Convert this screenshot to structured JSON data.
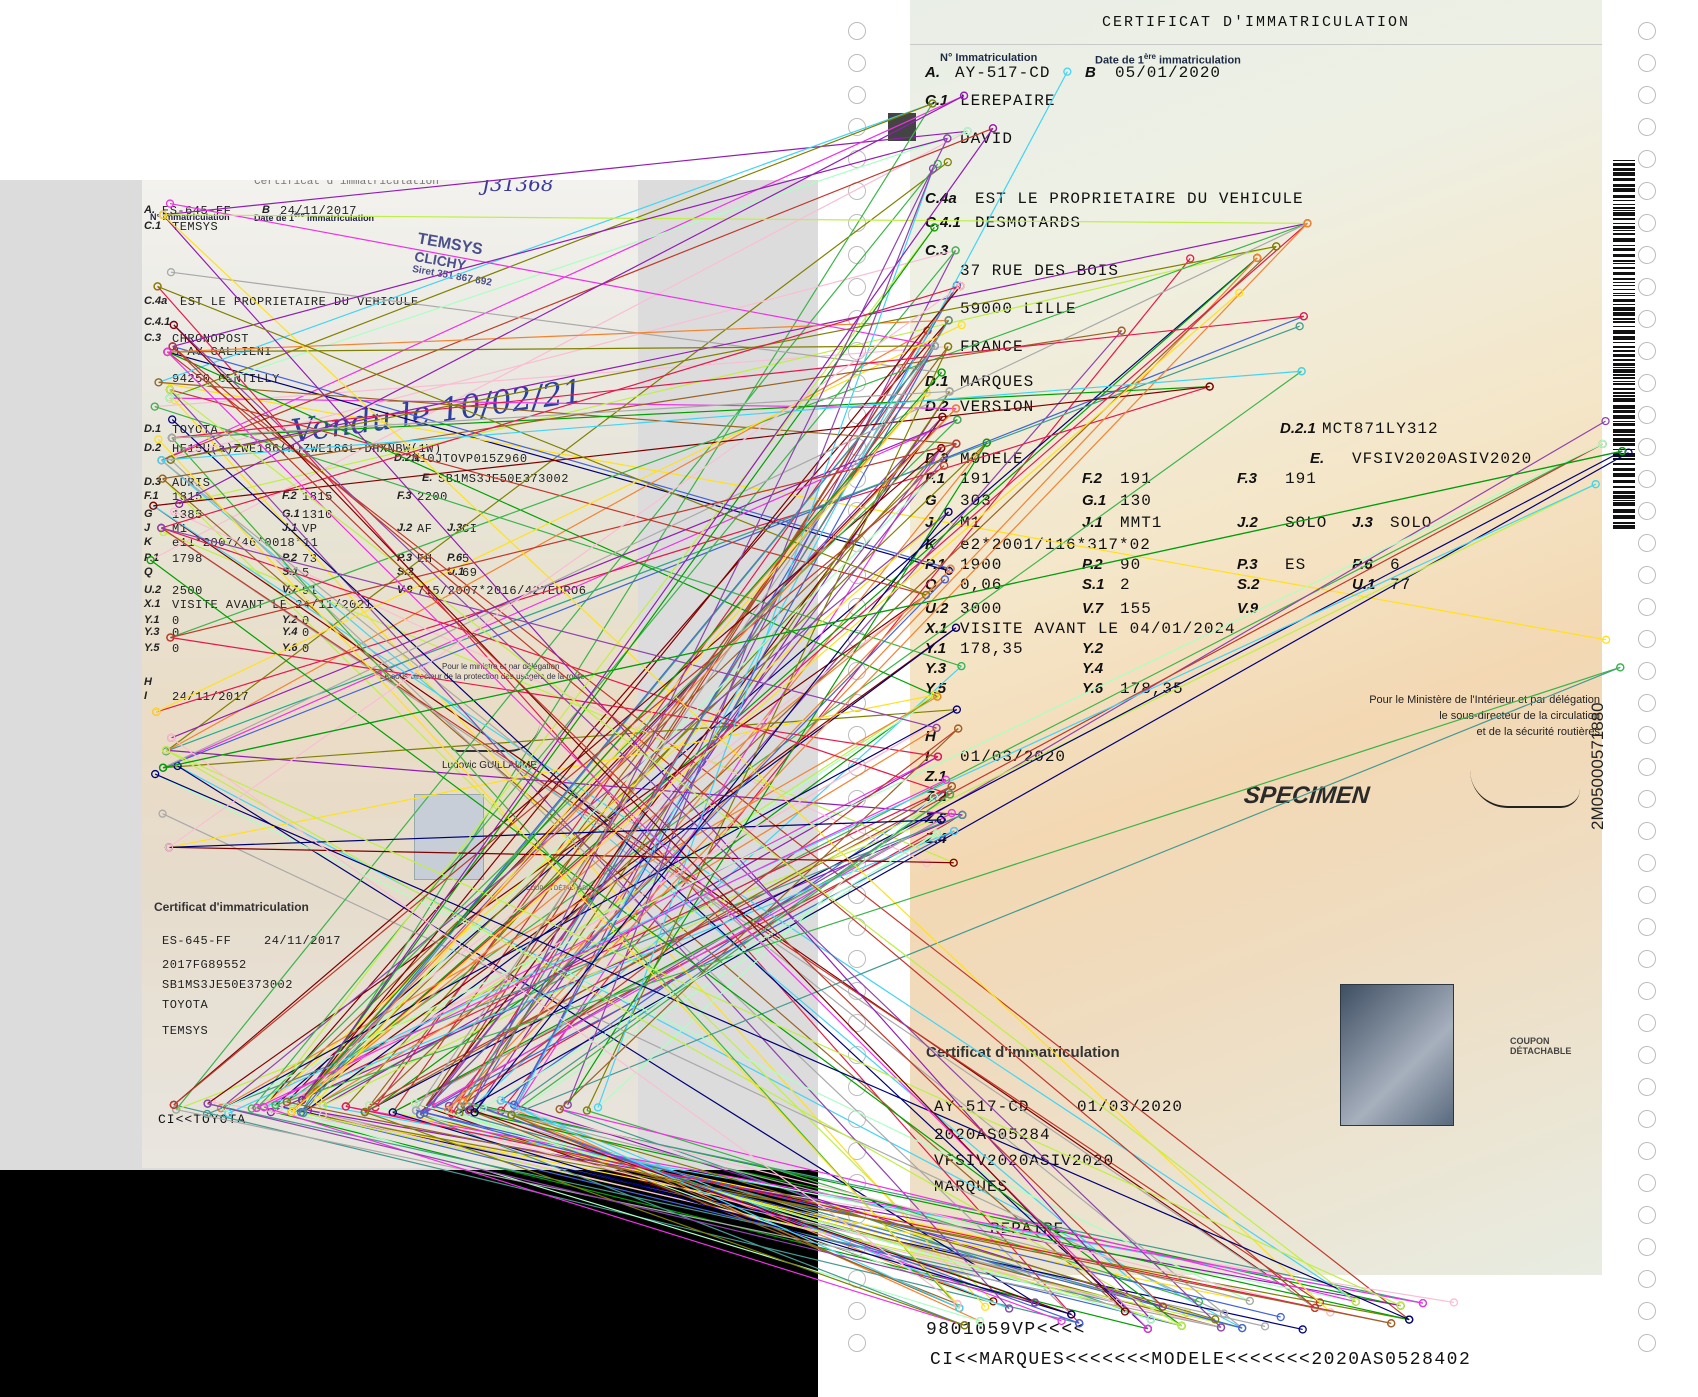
{
  "right": {
    "title": "CERTIFICAT D'IMMATRICULATION",
    "hdr_immat": "N° Immatriculation",
    "hdr_date_pre": "Date de 1",
    "hdr_date_sup": "ère",
    "hdr_date_post": " immatriculation",
    "fields": [
      {
        "l": "A.",
        "v": "AY-517-CD"
      },
      {
        "l": "B",
        "v": "05/01/2020"
      },
      {
        "l": "C.1",
        "v": "LEREPAIRE"
      },
      {
        "l": "",
        "v": "DAVID"
      },
      {
        "l": "C.4a",
        "v": "EST LE PROPRIETAIRE DU VEHICULE"
      },
      {
        "l": "C.4.1",
        "v": "DESMOTARDS"
      },
      {
        "l": "C.3",
        "v": ""
      },
      {
        "l": "",
        "v": "37 RUE DES BOIS"
      },
      {
        "l": "",
        "v": "59000 LILLE"
      },
      {
        "l": "",
        "v": "FRANCE"
      },
      {
        "l": "D.1",
        "v": "MARQUES"
      },
      {
        "l": "D.2",
        "v": "VERSION"
      },
      {
        "l": "D.2.1",
        "v": "MCT871LY312"
      },
      {
        "l": "D.3",
        "v": "MODELE"
      },
      {
        "l": "E.",
        "v": "VFSIV2020ASIV2020"
      },
      {
        "l": "F.1",
        "v": "191"
      },
      {
        "l": "F.2",
        "v": "191"
      },
      {
        "l": "F.3",
        "v": "191"
      },
      {
        "l": "G",
        "v": "303"
      },
      {
        "l": "G.1",
        "v": "130"
      },
      {
        "l": "J",
        "v": "M1"
      },
      {
        "l": "J.1",
        "v": "MMT1"
      },
      {
        "l": "J.2",
        "v": "SOLO"
      },
      {
        "l": "J.3",
        "v": "SOLO"
      },
      {
        "l": "K",
        "v": "e2*2001/116*317*02"
      },
      {
        "l": "P.1",
        "v": "1900"
      },
      {
        "l": "P.2",
        "v": "90"
      },
      {
        "l": "P.3",
        "v": "ES"
      },
      {
        "l": "P.6",
        "v": "6"
      },
      {
        "l": "Q",
        "v": "0,06"
      },
      {
        "l": "S.1",
        "v": "2"
      },
      {
        "l": "S.2",
        "v": ""
      },
      {
        "l": "U.1",
        "v": "77"
      },
      {
        "l": "U.2",
        "v": "3000"
      },
      {
        "l": "V.7",
        "v": "155"
      },
      {
        "l": "V.9",
        "v": ""
      },
      {
        "l": "X.1",
        "v": "VISITE AVANT LE 04/01/2024"
      },
      {
        "l": "Y.1",
        "v": "178,35"
      },
      {
        "l": "Y.2",
        "v": ""
      },
      {
        "l": "Y.3",
        "v": ""
      },
      {
        "l": "Y.4",
        "v": ""
      },
      {
        "l": "Y.5",
        "v": ""
      },
      {
        "l": "Y.6",
        "v": "178,35"
      },
      {
        "l": "H",
        "v": ""
      },
      {
        "l": "I",
        "v": "01/03/2020"
      },
      {
        "l": "Z.1",
        "v": ""
      },
      {
        "l": "Z.2",
        "v": ""
      },
      {
        "l": "Z.3",
        "v": ""
      },
      {
        "l": "Z.4",
        "v": ""
      }
    ],
    "ministry_1": "Pour le Ministère de l'Intérieur et par délégation",
    "ministry_2": "le sous-directeur de la circulation",
    "ministry_3": "et de la sécurité routières",
    "specimen": "SPECIMEN",
    "serial": "2M05000571880",
    "coupon_label": "COUPON DÉTACHABLE",
    "coupon_title": "Certificat d'immatriculation",
    "coupon_plate": "AY-517-CD",
    "coupon_date": "01/03/2020",
    "coupon_formula": "2020AS05284",
    "coupon_vin": "VFSIV2020ASIV2020",
    "coupon_brand": "MARQUES",
    "coupon_owner_partial": "REPAIRE",
    "mrz_1": "CI<<MARQUES<<<<<<<MODELE<<<<<<<2020AS0528402",
    "mrz_2_partial": "9801059VP<<<<"
  },
  "left": {
    "title_partial": "Certificat d'immatriculation",
    "handwritten_ref": "J31368",
    "hdr_immat": "N° Immatriculation",
    "hdr_date_pre": "Date de 1",
    "hdr_date_sup": "ère",
    "hdr_date_post": " immatriculation",
    "stamp_1": "TEMSYS",
    "stamp_2": "CLICHY",
    "stamp_3": "Siret 351 867 692",
    "handwritten_note": "Vendu le 10/02/21",
    "fields": [
      {
        "l": "A.",
        "v": "ES-645-FF"
      },
      {
        "l": "B",
        "v": "24/11/2017"
      },
      {
        "l": "C.1",
        "v": "TEMSYS"
      },
      {
        "l": "C.4a",
        "v": "EST LE PROPRIETAIRE DU VEHICULE"
      },
      {
        "l": "C.4.1",
        "v": ""
      },
      {
        "l": "C.3",
        "v": "CHRONOPOST"
      },
      {
        "l": "",
        "v": "3 AV GALLIENI"
      },
      {
        "l": "",
        "v": "94250 GENTILLY"
      },
      {
        "l": "D.1",
        "v": "TOYOTA"
      },
      {
        "l": "D.2",
        "v": "HE15U(a)ZWE186(H)ZWE186L-DHXNBW(1W)"
      },
      {
        "l": "D.2.1",
        "v": "M10JTOVP015Z960"
      },
      {
        "l": "D.3",
        "v": "AURIS"
      },
      {
        "l": "E.",
        "v": "SB1MS3JE50E373002"
      },
      {
        "l": "F.1",
        "v": "1815"
      },
      {
        "l": "F.2",
        "v": "1815"
      },
      {
        "l": "F.3",
        "v": "2200"
      },
      {
        "l": "G",
        "v": "1385"
      },
      {
        "l": "G.1",
        "v": "1310"
      },
      {
        "l": "J",
        "v": "M1"
      },
      {
        "l": "J.1",
        "v": "VP"
      },
      {
        "l": "J.2",
        "v": "AF"
      },
      {
        "l": "J.3",
        "v": "CI"
      },
      {
        "l": "K",
        "v": "e11*2007/46*0018*11"
      },
      {
        "l": "P.1",
        "v": "1798"
      },
      {
        "l": "P.2",
        "v": "73"
      },
      {
        "l": "P.3",
        "v": "EH"
      },
      {
        "l": "P.6",
        "v": "5"
      },
      {
        "l": "Q",
        "v": ""
      },
      {
        "l": "S.1",
        "v": "5"
      },
      {
        "l": "S.2",
        "v": ""
      },
      {
        "l": "U.1",
        "v": "69"
      },
      {
        "l": "U.2",
        "v": "2500"
      },
      {
        "l": "V.7",
        "v": "91"
      },
      {
        "l": "V.9",
        "v": "715/2007*2016/427EURO6"
      },
      {
        "l": "X.1",
        "v": "VISITE AVANT LE 24/11/2021"
      },
      {
        "l": "Y.1",
        "v": "0"
      },
      {
        "l": "Y.2",
        "v": "0"
      },
      {
        "l": "Y.3",
        "v": "0"
      },
      {
        "l": "Y.4",
        "v": "0"
      },
      {
        "l": "Y.5",
        "v": "0"
      },
      {
        "l": "Y.6",
        "v": "0"
      },
      {
        "l": "H",
        "v": ""
      },
      {
        "l": "I",
        "v": "24/11/2017"
      }
    ],
    "ministry_1": "Pour le ministre et par délégation",
    "ministry_2": "Le sous-directeur de la protection des usagers de la route",
    "signatory": "Ludovic GUILLAUME",
    "coupon_label": "COUPON DÉTACHABLE",
    "coupon_title": "Certificat d'immatriculation",
    "coupon_plate": "ES-645-FF",
    "coupon_date": "24/11/2017",
    "coupon_formula": "2017FG89552",
    "coupon_vin": "SB1MS3JE50E373002",
    "coupon_brand": "TOYOTA",
    "coupon_owner": "TEMSYS",
    "mrz_1_partial": "CI<<TOYOTA"
  },
  "colors": {
    "line_palette": [
      "#e6194b",
      "#3cb44b",
      "#4363d8",
      "#f58231",
      "#911eb4",
      "#42d4f4",
      "#f032e6",
      "#bfef45",
      "#fabed4",
      "#469990",
      "#9a6324",
      "#800000",
      "#aaffc3",
      "#808000",
      "#000075",
      "#ffe119",
      "#a9a9a9",
      "#00a000",
      "#c0392b",
      "#8e44ad"
    ]
  }
}
